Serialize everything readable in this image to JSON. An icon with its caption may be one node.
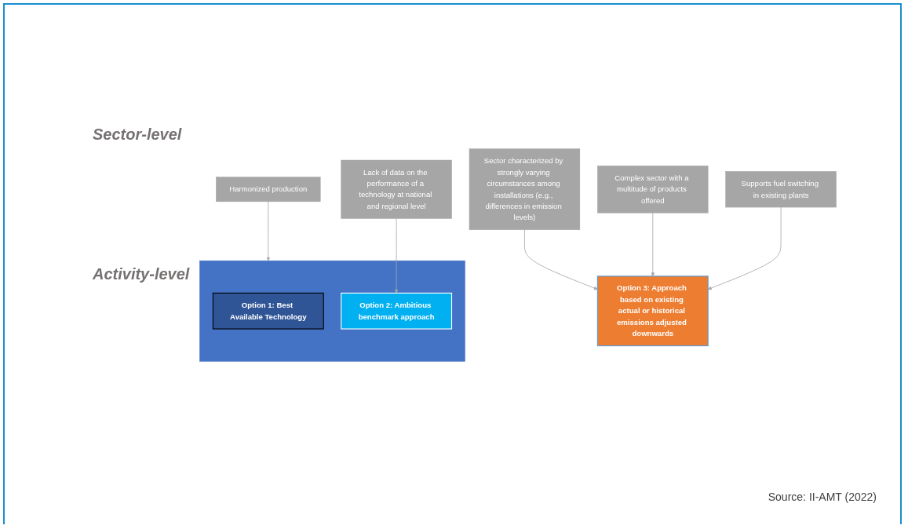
{
  "diagram": {
    "caption": "Source: II-AMT (2022)",
    "nodes": [
      {
        "text": [
          "Harmonized production"
        ]
      },
      {
        "text": [
          "Sector characterized by strongly varying circumstances among installations (e.g., differences in emission levels)"
        ]
      },
      {
        "text": [
          "Complex sector with a multitude of products offered"
        ]
      },
      {
        "text": [
          "Lack of data on the performance of a technology at national and regional level"
        ]
      },
      {
        "text": [
          "Supports fuel switching in existing plants"
        ]
      },
      {
        "text": [],
        "shape": "box"
      },
      {
        "text": [
          "Option 1: Best Available Technology"
        ],
        "in": 5
      },
      {
        "text": [
          "Option 2: Ambitious benchmark approach"
        ],
        "in": 5
      },
      {
        "text": [
          "Option 3: Approach based on existing actual or historical emissions adjusted downwards"
        ]
      }
    ],
    "edges": [
      {
        "from": 0,
        "to": 5,
        "arrow": "to"
      },
      {
        "from": 3,
        "to": 7,
        "arrow": "to"
      },
      {
        "from": 1,
        "to": 8,
        "arrow": "to"
      },
      {
        "from": 2,
        "to": 8,
        "arrow": "to"
      },
      {
        "from": 4,
        "to": 8,
        "arrow": "to"
      }
    ],
    "labels": [
      "Sector-level",
      "Activity-level"
    ]
  }
}
